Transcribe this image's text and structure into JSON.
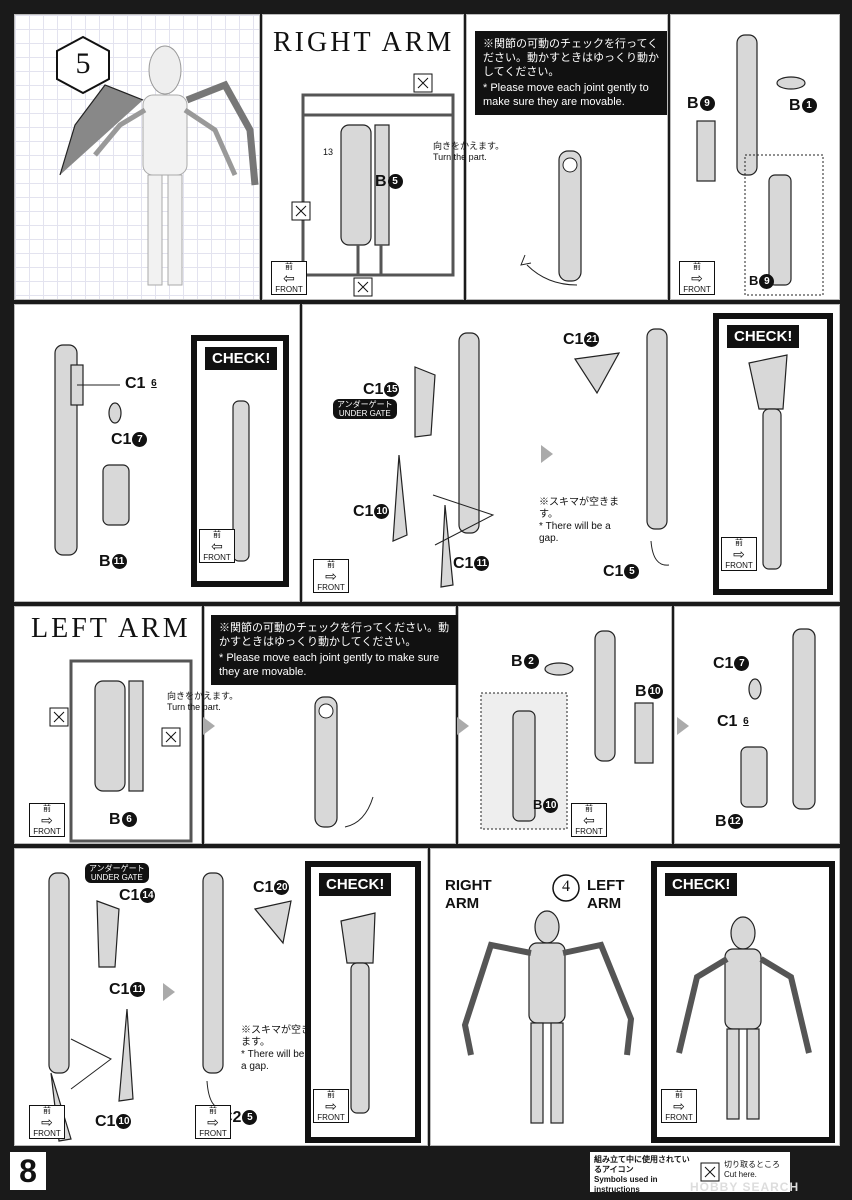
{
  "step": {
    "number": "5",
    "ref_step": "4"
  },
  "right_arm": {
    "title": "RIGHT ARM",
    "notice_jp": "※関節の可動のチェックを行ってください。動かすときはゆっくり動かしてください。",
    "notice_en": "* Please move each joint gently to make sure they are movable.",
    "turn_jp": "向きをかえます。",
    "turn_en": "Turn the part.",
    "parts": {
      "b5": "B",
      "b5n": "5",
      "b9": "B",
      "b9n": "9",
      "b1": "B",
      "b1n": "1",
      "b9b": "B",
      "b9bn": "9"
    },
    "runner_num": "13"
  },
  "row2": {
    "c16": "C1",
    "c16n": "6",
    "c17": "C1",
    "c17n": "7",
    "b11": "B",
    "b11n": "11",
    "c15": "C1",
    "c15n": "15",
    "c10": "C1",
    "c10n": "10",
    "c11": "C1",
    "c11n": "11",
    "c21": "C1",
    "c21n": "21",
    "c15b": "C1",
    "c15bn": "5",
    "under_gate_jp": "アンダーゲート",
    "under_gate_en": "UNDER GATE",
    "gap_jp": "※スキマが空きます。",
    "gap_en": "* There will be a gap."
  },
  "left_arm": {
    "title": "LEFT ARM",
    "notice_jp": "※関節の可動のチェックを行ってください。動かすときはゆっくり動かしてください。",
    "notice_en": "* Please move each joint gently to make sure they are movable.",
    "turn_jp": "向きをかえます。",
    "turn_en": "Turn the part.",
    "parts": {
      "b6": "B",
      "b6n": "6",
      "b2": "B",
      "b2n": "2",
      "b10": "B",
      "b10n": "10",
      "b10b": "B",
      "b10bn": "10",
      "c17": "C1",
      "c17n": "7",
      "c16": "C1",
      "c16n": "6",
      "b12": "B",
      "b12n": "12"
    }
  },
  "row4": {
    "c14": "C1",
    "c14n": "14",
    "c11": "C1",
    "c11n": "11",
    "c10": "C1",
    "c10n": "10",
    "c20": "C1",
    "c20n": "20",
    "c25": "C2",
    "c25n": "5",
    "under_gate_jp": "アンダーゲート",
    "under_gate_en": "UNDER GATE",
    "gap_jp": "※スキマが空きます。",
    "gap_en": "* There will be a gap.",
    "right_label": "RIGHT\nARM",
    "left_label": "LEFT\nARM"
  },
  "check_label": "CHECK!",
  "front_jp": "前",
  "front_en": "FRONT",
  "footer": {
    "page": "8",
    "symbols_jp": "組み立て中に使用されているアイコン",
    "symbols_en": "Symbols used in instructions",
    "cut_jp": "切り取るところ",
    "cut_en": "Cut here.",
    "watermark": "HOBBY SEARCH"
  }
}
